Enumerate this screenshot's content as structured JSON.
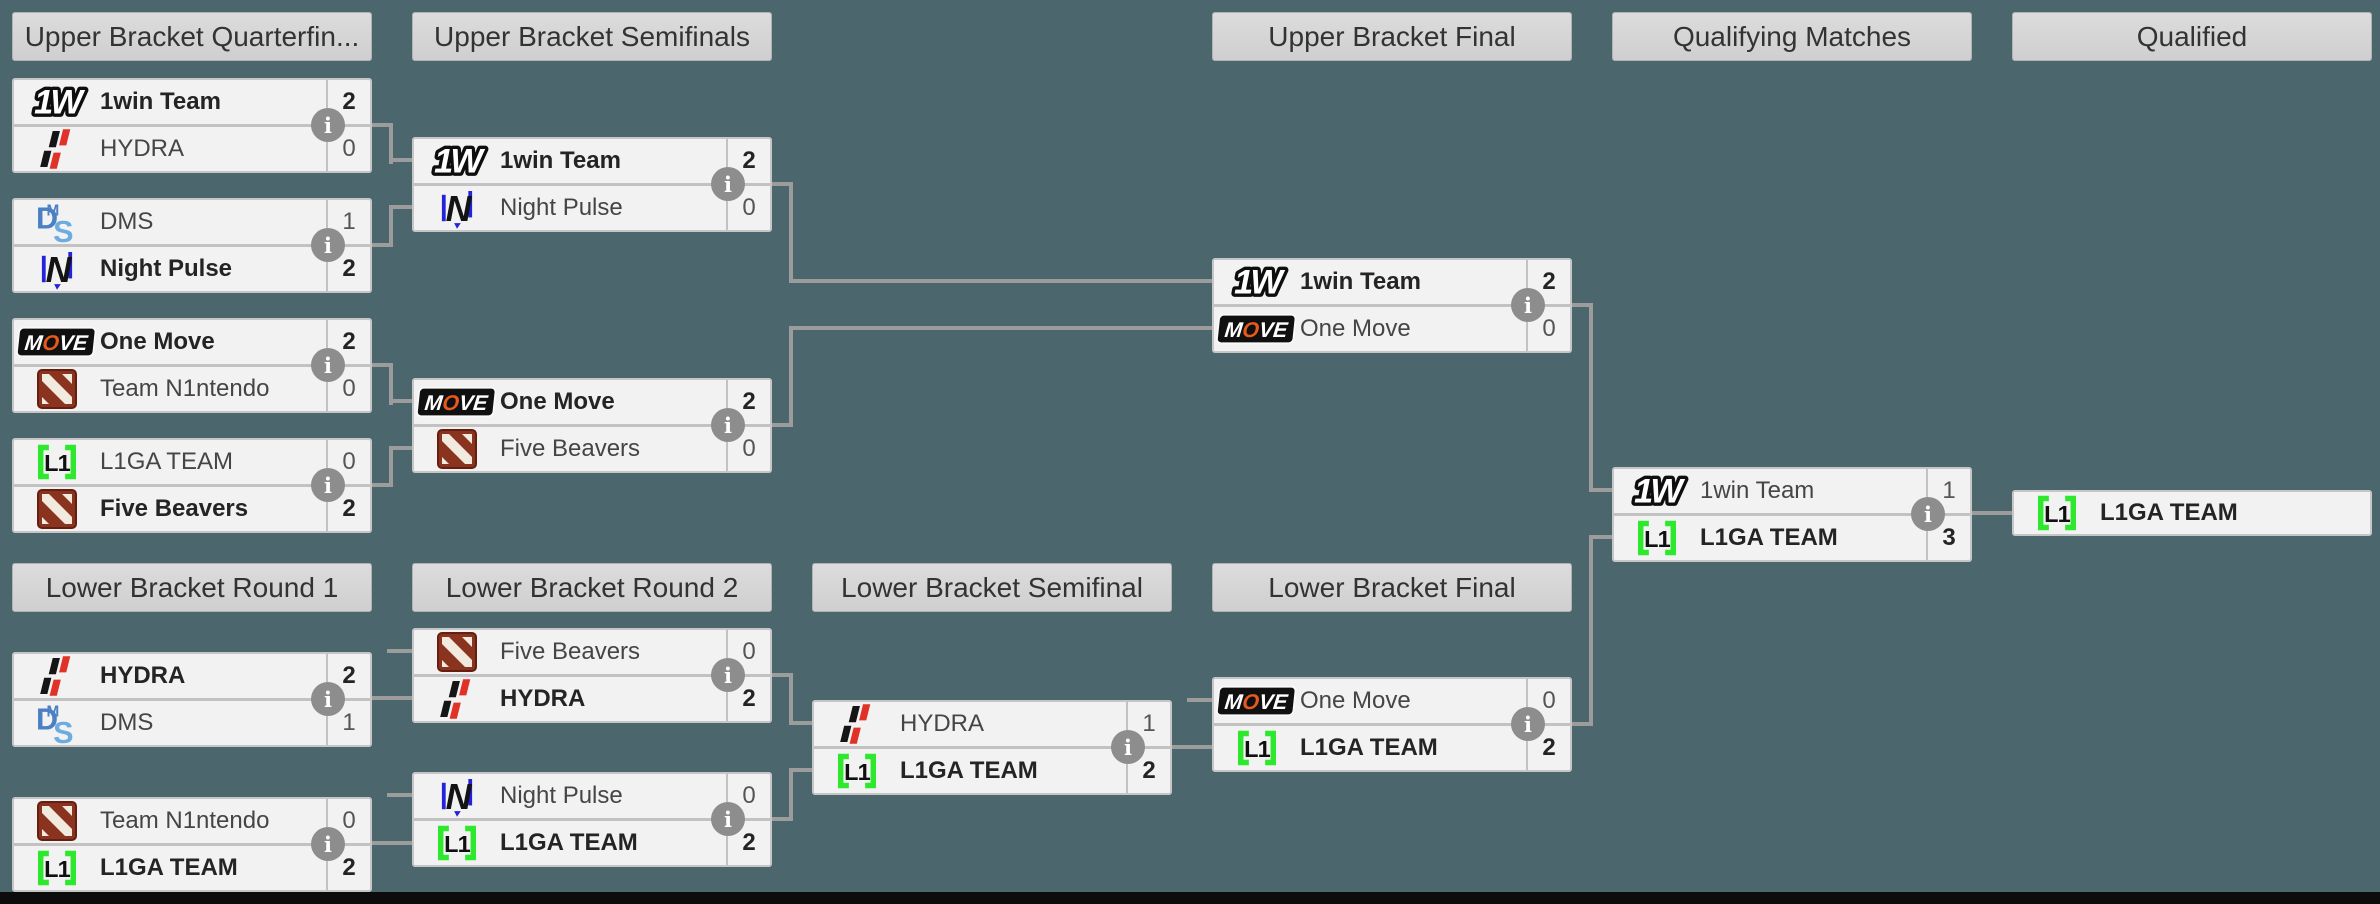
{
  "headers": {
    "upper_quarterfinals": "Upper Bracket Quarterfin...",
    "upper_semifinals": "Upper Bracket Semifinals",
    "upper_final": "Upper Bracket Final",
    "qualifying": "Qualifying Matches",
    "qualified": "Qualified",
    "lower_round1": "Lower Bracket Round 1",
    "lower_round2": "Lower Bracket Round 2",
    "lower_semifinal": "Lower Bracket Semifinal",
    "lower_final": "Lower Bracket Final"
  },
  "ui": {
    "info_glyph": "i"
  },
  "colors": {
    "background": "#4c666e",
    "box_bg": "#f2f2f2",
    "header_bg": "#d6d6d6",
    "connector": "#9c9c9c",
    "info_circle": "#8d8d8d",
    "l1ga_green": "#2ee82e",
    "move_orange": "#e8591c",
    "hydra_red": "#e03226",
    "dms_blue_dark": "#4b80c4",
    "dms_blue_light": "#6cacdf",
    "night_pulse_blue": "#2323dc",
    "dota_maroon": "#8a3420"
  },
  "matches": {
    "ubqf1": {
      "top": {
        "name": "1win Team",
        "score": "2",
        "winner": true,
        "logo": "1win"
      },
      "bottom": {
        "name": "HYDRA",
        "score": "0",
        "winner": false,
        "logo": "hydra"
      }
    },
    "ubqf2": {
      "top": {
        "name": "DMS",
        "score": "1",
        "winner": false,
        "logo": "dms"
      },
      "bottom": {
        "name": "Night Pulse",
        "score": "2",
        "winner": true,
        "logo": "night-pulse"
      }
    },
    "ubqf3": {
      "top": {
        "name": "One Move",
        "score": "2",
        "winner": true,
        "logo": "move"
      },
      "bottom": {
        "name": "Team N1ntendo",
        "score": "0",
        "winner": false,
        "logo": "dota-default"
      }
    },
    "ubqf4": {
      "top": {
        "name": "L1GA TEAM",
        "score": "0",
        "winner": false,
        "logo": "l1ga"
      },
      "bottom": {
        "name": "Five Beavers",
        "score": "2",
        "winner": true,
        "logo": "dota-default"
      }
    },
    "ubsf1": {
      "top": {
        "name": "1win Team",
        "score": "2",
        "winner": true,
        "logo": "1win"
      },
      "bottom": {
        "name": "Night Pulse",
        "score": "0",
        "winner": false,
        "logo": "night-pulse"
      }
    },
    "ubsf2": {
      "top": {
        "name": "One Move",
        "score": "2",
        "winner": true,
        "logo": "move"
      },
      "bottom": {
        "name": "Five Beavers",
        "score": "0",
        "winner": false,
        "logo": "dota-default"
      }
    },
    "ubf": {
      "top": {
        "name": "1win Team",
        "score": "2",
        "winner": true,
        "logo": "1win"
      },
      "bottom": {
        "name": "One Move",
        "score": "0",
        "winner": false,
        "logo": "move"
      }
    },
    "qm": {
      "top": {
        "name": "1win Team",
        "score": "1",
        "winner": false,
        "logo": "1win"
      },
      "bottom": {
        "name": "L1GA TEAM",
        "score": "3",
        "winner": true,
        "logo": "l1ga"
      }
    },
    "lb1m1": {
      "top": {
        "name": "HYDRA",
        "score": "2",
        "winner": true,
        "logo": "hydra"
      },
      "bottom": {
        "name": "DMS",
        "score": "1",
        "winner": false,
        "logo": "dms"
      }
    },
    "lb1m2": {
      "top": {
        "name": "Team N1ntendo",
        "score": "0",
        "winner": false,
        "logo": "dota-default"
      },
      "bottom": {
        "name": "L1GA TEAM",
        "score": "2",
        "winner": true,
        "logo": "l1ga"
      }
    },
    "lb2m1": {
      "top": {
        "name": "Five Beavers",
        "score": "0",
        "winner": false,
        "logo": "dota-default"
      },
      "bottom": {
        "name": "HYDRA",
        "score": "2",
        "winner": true,
        "logo": "hydra"
      }
    },
    "lb2m2": {
      "top": {
        "name": "Night Pulse",
        "score": "0",
        "winner": false,
        "logo": "night-pulse"
      },
      "bottom": {
        "name": "L1GA TEAM",
        "score": "2",
        "winner": true,
        "logo": "l1ga"
      }
    },
    "lbsf": {
      "top": {
        "name": "HYDRA",
        "score": "1",
        "winner": false,
        "logo": "hydra"
      },
      "bottom": {
        "name": "L1GA TEAM",
        "score": "2",
        "winner": true,
        "logo": "l1ga"
      }
    },
    "lbf": {
      "top": {
        "name": "One Move",
        "score": "0",
        "winner": false,
        "logo": "move"
      },
      "bottom": {
        "name": "L1GA TEAM",
        "score": "2",
        "winner": true,
        "logo": "l1ga"
      }
    }
  },
  "qualified_team": {
    "name": "L1GA TEAM",
    "logo": "l1ga"
  }
}
